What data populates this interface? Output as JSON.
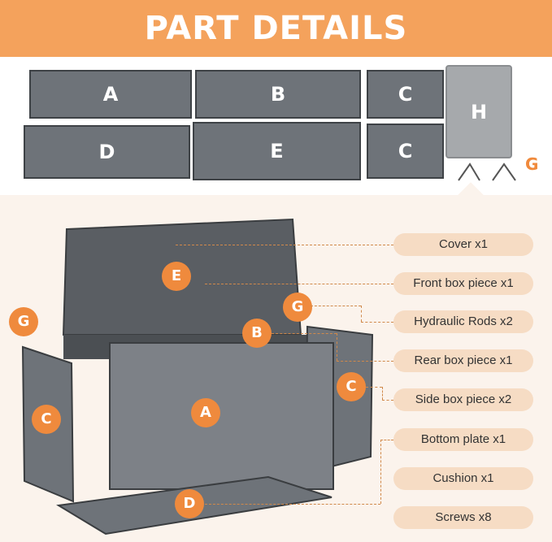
{
  "title": "PART DETAILS",
  "parts": [
    {
      "letter": "A"
    },
    {
      "letter": "B"
    },
    {
      "letter": "C"
    },
    {
      "letter": "H"
    },
    {
      "letter": "D"
    },
    {
      "letter": "E"
    },
    {
      "letter": "C"
    },
    {
      "letter": "G"
    }
  ],
  "diagram_badges": [
    "E",
    "G",
    "G",
    "B",
    "A",
    "C",
    "C",
    "D"
  ],
  "legend": [
    "Cover x1",
    "Front box piece x1",
    "Hydraulic Rods x2",
    "Rear box piece x1",
    "Side box piece x2",
    "Bottom plate x1",
    "Cushion x1",
    "Screws x8"
  ],
  "colors": {
    "accent": "#f4a25c",
    "badge": "#ef8a3d",
    "pill": "#f6dcc4",
    "panel_gray": "#6e7379",
    "cushion_gray": "#a6a9ac"
  }
}
